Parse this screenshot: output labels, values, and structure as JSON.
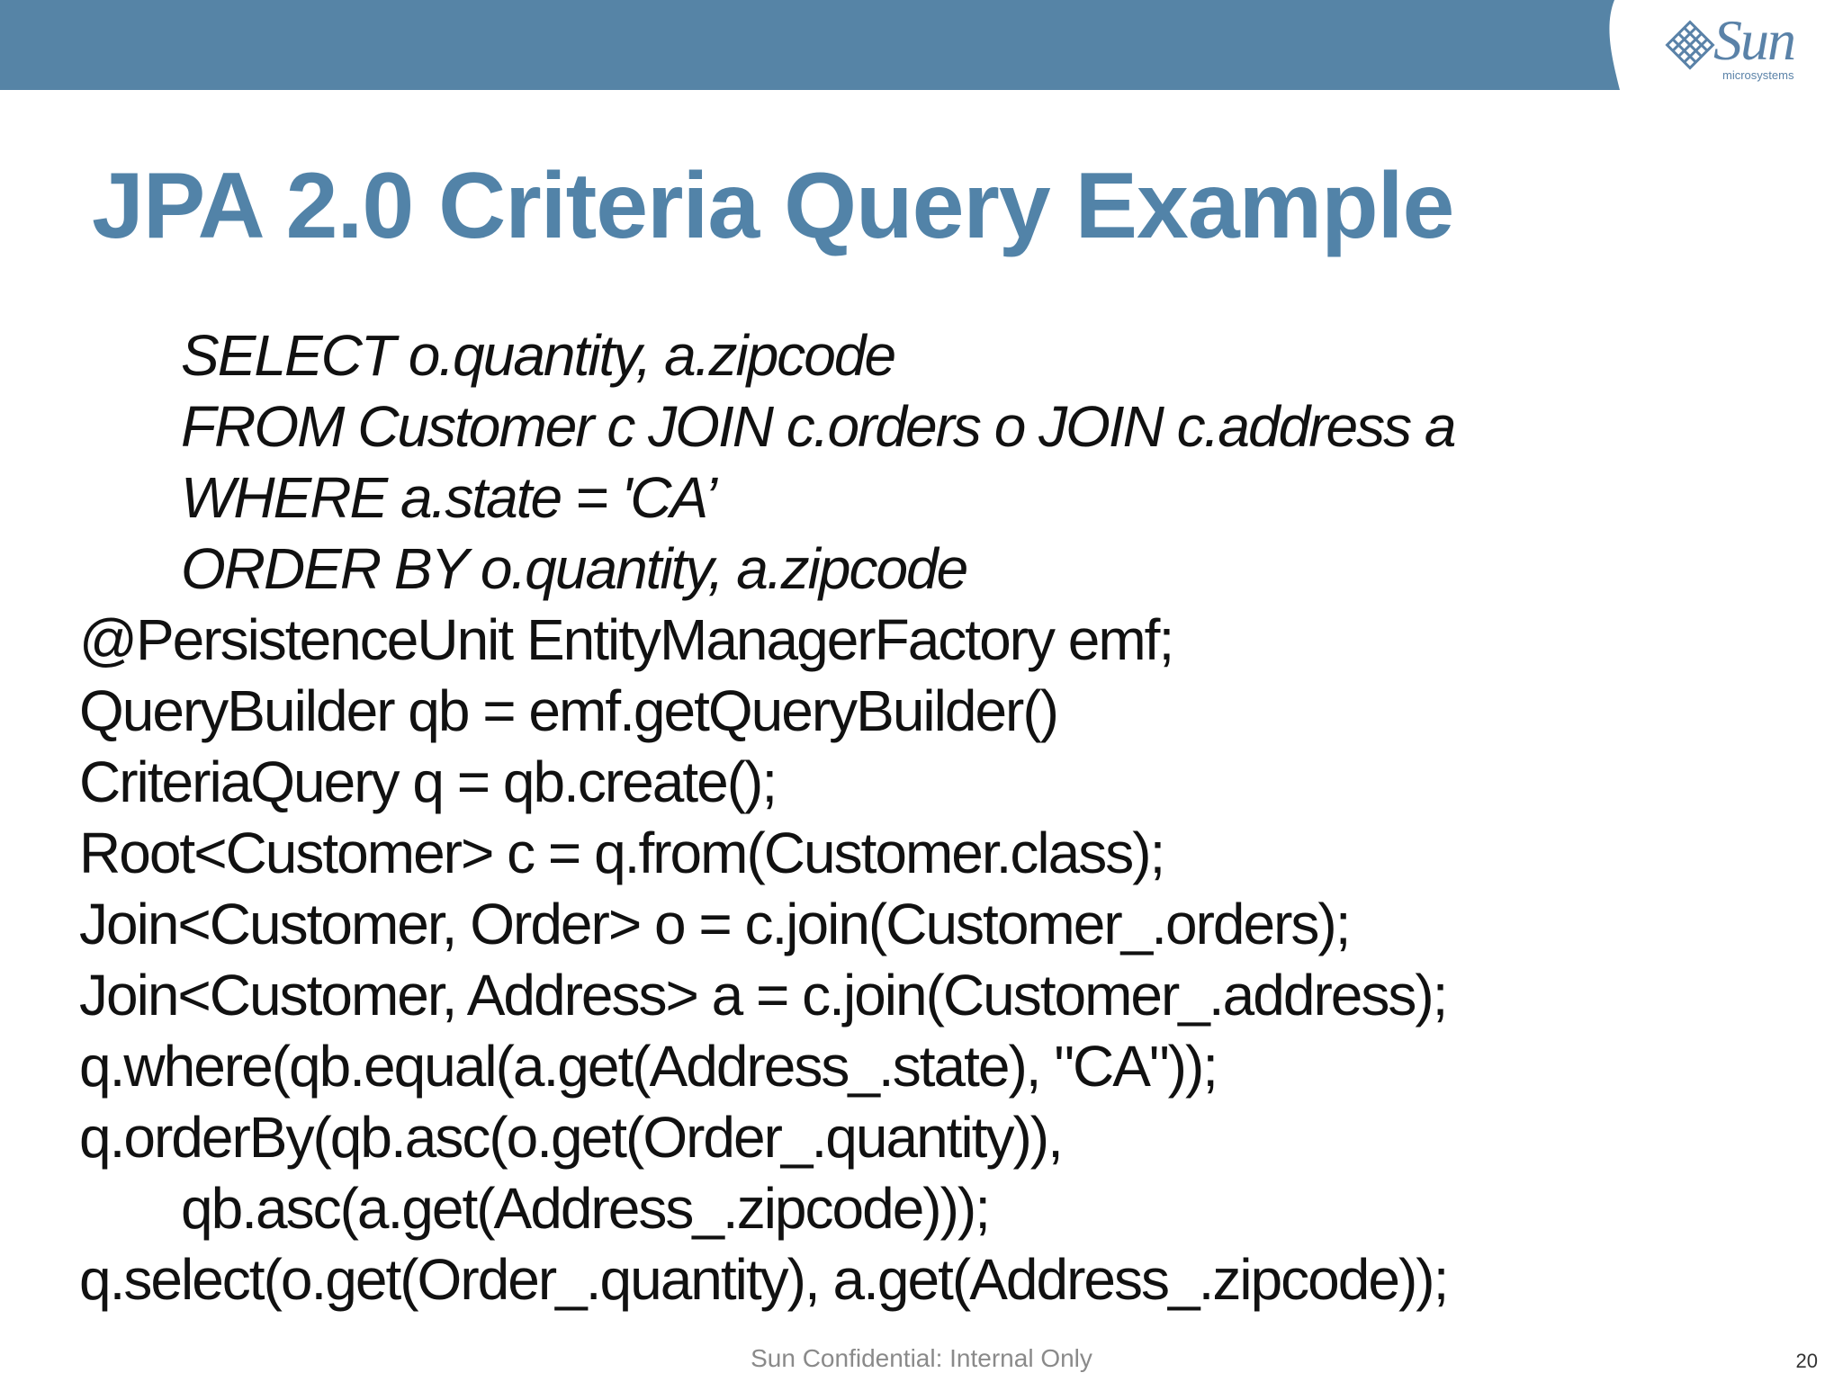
{
  "slide": {
    "title": "JPA 2.0 Criteria Query Example",
    "code_lines": [
      {
        "text": "SELECT o.quantity, a.zipcode",
        "style": "sql"
      },
      {
        "text": "FROM Customer c JOIN c.orders o JOIN c.address a",
        "style": "sql"
      },
      {
        "text": "WHERE a.state = 'CA’",
        "style": "sql"
      },
      {
        "text": "ORDER BY o.quantity, a.zipcode",
        "style": "sql"
      },
      {
        "text": "@PersistenceUnit EntityManagerFactory emf;",
        "style": "code"
      },
      {
        "text": "QueryBuilder qb = emf.getQueryBuilder()",
        "style": "code"
      },
      {
        "text": "CriteriaQuery q = qb.create();",
        "style": "code"
      },
      {
        "text": "Root<Customer> c = q.from(Customer.class);",
        "style": "code"
      },
      {
        "text": "Join<Customer, Order> o = c.join(Customer_.orders);",
        "style": "code"
      },
      {
        "text": "Join<Customer, Address> a = c.join(Customer_.address);",
        "style": "code"
      },
      {
        "text": "q.where(qb.equal(a.get(Address_.state), \"CA\"));",
        "style": "code"
      },
      {
        "text": "q.orderBy(qb.asc(o.get(Order_.quantity)),",
        "style": "code"
      },
      {
        "text": "qb.asc(a.get(Address_.zipcode)));",
        "style": "indent"
      },
      {
        "text": "q.select(o.get(Order_.quantity), a.get(Address_.zipcode));",
        "style": "code"
      }
    ]
  },
  "logo": {
    "word": "Sun",
    "sub": "microsystems",
    "icon": "sun-logo-icon"
  },
  "footer": {
    "confidential": "Sun Confidential: Internal Only",
    "page_number": "20"
  },
  "colors": {
    "header_bar": "#5684a6",
    "title": "#5283a8",
    "logo": "#5a82a8",
    "text": "#111111",
    "footer_text": "#8a8a8a"
  }
}
